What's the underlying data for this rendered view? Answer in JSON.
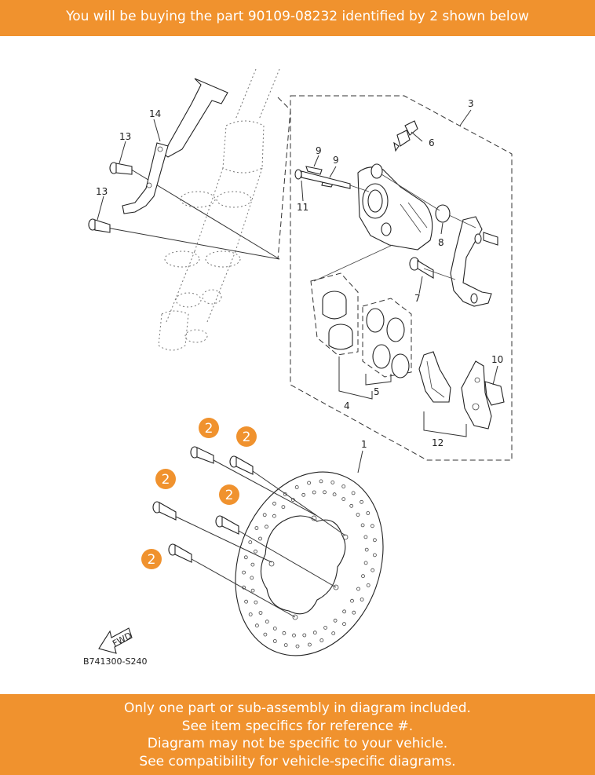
{
  "header": {
    "text": "You will be buying the part 90109-08232 identified by 2 shown below"
  },
  "footer": {
    "lines": [
      "Only one part or sub-assembly in diagram included.",
      "See item specifics for reference #.",
      "Diagram may not be specific to your vehicle.",
      "See compatibility for vehicle-specific diagrams."
    ]
  },
  "diagram": {
    "code": "B741300-S240",
    "fwd_label": "FWD",
    "highlight_color": "#f0922e",
    "callouts": {
      "c1": "1",
      "c3": "3",
      "c4": "4",
      "c5": "5",
      "c6": "6",
      "c7": "7",
      "c8": "8",
      "c9a": "9",
      "c9b": "9",
      "c10": "10",
      "c11": "11",
      "c12": "12",
      "c13a": "13",
      "c13b": "13",
      "c14": "14"
    },
    "badges": [
      "2",
      "2",
      "2",
      "2",
      "2"
    ]
  }
}
